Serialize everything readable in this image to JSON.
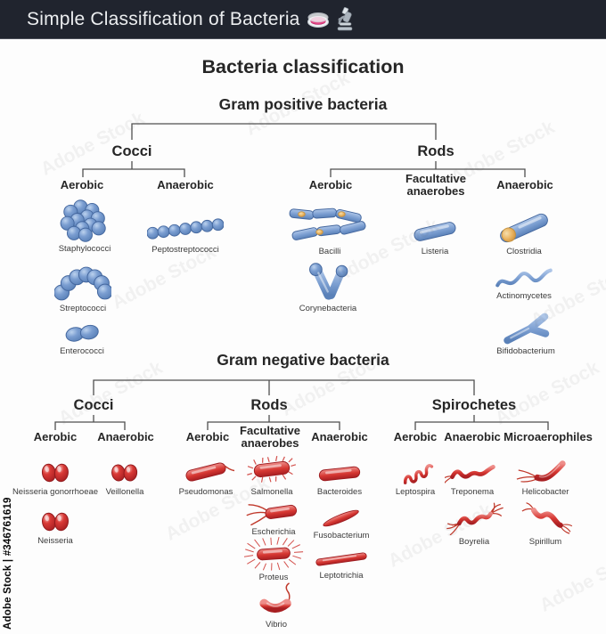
{
  "header": {
    "title": "Simple Classification of Bacteria",
    "icons": [
      "petri-dish",
      "microscope"
    ]
  },
  "watermark": {
    "stock_label": "Adobe Stock | #346761619",
    "tile_text": "Adobe Stock"
  },
  "colors": {
    "header_bg": "#20242e",
    "gram_positive_fill": "#7b9ed1",
    "gram_negative_fill": "#d63732",
    "connector": "#4f4f4f"
  },
  "diagram": {
    "title": "Bacteria classification",
    "groups": [
      {
        "label": "Gram positive bacteria",
        "branches": [
          {
            "label": "Cocci",
            "subbranches": [
              {
                "label": "Aerobic",
                "organisms": [
                  "Staphylococci",
                  "Streptococci",
                  "Enterococci"
                ]
              },
              {
                "label": "Anaerobic",
                "organisms": [
                  "Peptostreptococci"
                ]
              }
            ]
          },
          {
            "label": "Rods",
            "subbranches": [
              {
                "label": "Aerobic",
                "organisms": [
                  "Bacilli",
                  "Corynebacteria"
                ]
              },
              {
                "label": "Facultative anaerobes",
                "organisms": [
                  "Listeria"
                ]
              },
              {
                "label": "Anaerobic",
                "organisms": [
                  "Clostridia",
                  "Actinomycetes",
                  "Bifidobacterium"
                ]
              }
            ]
          }
        ]
      },
      {
        "label": "Gram negative bacteria",
        "branches": [
          {
            "label": "Cocci",
            "subbranches": [
              {
                "label": "Aerobic",
                "organisms": [
                  "Neisseria gonorrhoeae",
                  "Neisseria"
                ]
              },
              {
                "label": "Anaerobic",
                "organisms": [
                  "Veillonella"
                ]
              }
            ]
          },
          {
            "label": "Rods",
            "subbranches": [
              {
                "label": "Aerobic",
                "organisms": [
                  "Pseudomonas"
                ]
              },
              {
                "label": "Facultative anaerobes",
                "organisms": [
                  "Salmonella",
                  "Escherichia",
                  "Proteus",
                  "Vibrio"
                ]
              },
              {
                "label": "Anaerobic",
                "organisms": [
                  "Bacteroides",
                  "Fusobacterium",
                  "Leptotrichia"
                ]
              }
            ]
          },
          {
            "label": "Spirochetes",
            "subbranches": [
              {
                "label": "Aerobic",
                "organisms": [
                  "Leptospira"
                ]
              },
              {
                "label": "Anaerobic",
                "organisms": [
                  "Treponema",
                  "Boyrelia"
                ]
              },
              {
                "label": "Microaerophiles",
                "organisms": [
                  "Helicobacter",
                  "Spirillum"
                ]
              }
            ]
          }
        ]
      }
    ]
  }
}
